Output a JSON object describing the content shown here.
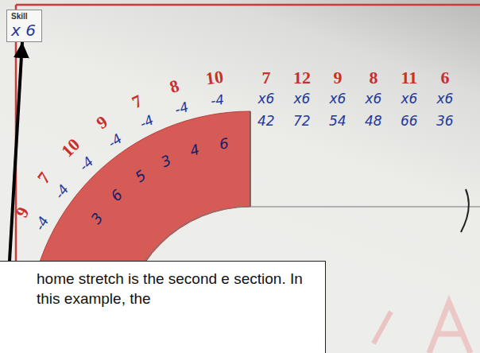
{
  "diagram": {
    "nodes": [
      {
        "text": [
          "Skill",
          "x 6"
        ]
      },
      {
        "text": [
          "home stretch is the second e section. In this example, the"
        ]
      }
    ],
    "edges": [
      {
        "from": 1,
        "to": 0,
        "arrow": "to"
      }
    ],
    "labels": [
      "9",
      "7",
      "10",
      "9",
      "7",
      "8",
      "10",
      "7",
      "12",
      "9",
      "8",
      "11",
      "6",
      "-4",
      "-4",
      "-4",
      "-4",
      "-4",
      "-4",
      "-4",
      "3",
      "6",
      "5",
      "3",
      "4",
      "6",
      "x6",
      "x6",
      "x6",
      "x6",
      "x6",
      "x6",
      "42",
      "72",
      "54",
      "48",
      "66",
      "36"
    ]
  }
}
